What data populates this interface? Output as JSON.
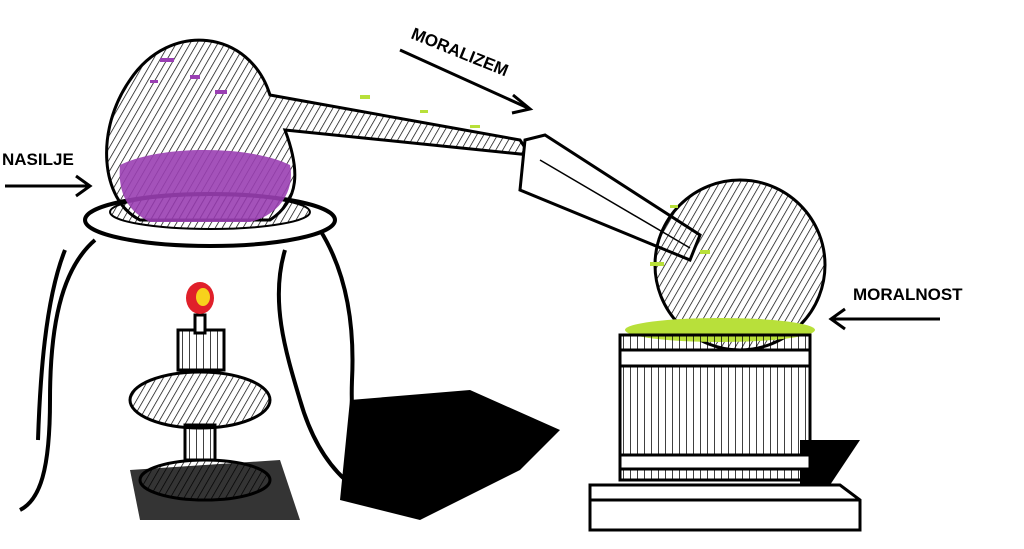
{
  "labels": {
    "input": "NASILJE",
    "process": "MORALIZEM",
    "output": "MORALNOST"
  },
  "colors": {
    "input_liquid": "#9a3fb3",
    "output_liquid": "#b8e03a",
    "ink": "#000000",
    "flame_outer": "#e0202a",
    "flame_inner": "#f7d21c"
  }
}
